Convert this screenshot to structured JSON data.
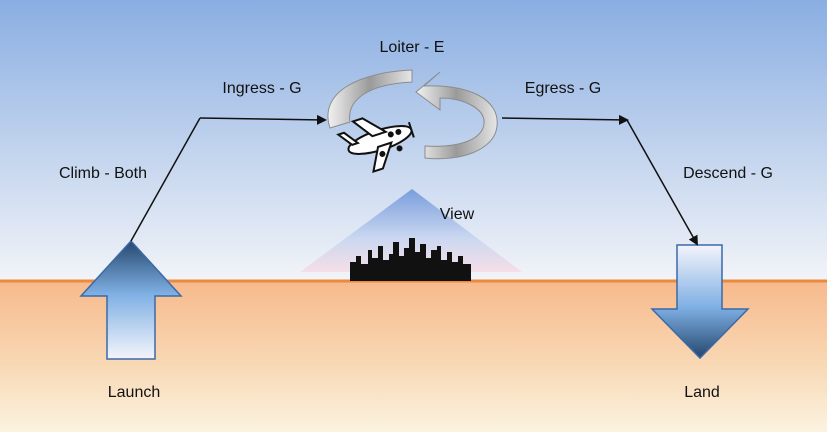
{
  "labels": {
    "loiter": "Loiter - E",
    "ingress": "Ingress - G",
    "egress": "Egress - G",
    "climb": "Climb - Both",
    "descend": "Descend - G",
    "view": "View",
    "launch": "Launch",
    "land": "Land"
  },
  "colors": {
    "sky_top": "#8aaee2",
    "sky_bottom": "#f2f4f8",
    "ground_top": "#f7b98c",
    "ground_bottom": "#fbf3e0",
    "horizon": "#e98a3c",
    "arrow_dark": "#25476e",
    "arrow_light": "#eef3fb",
    "path": "#111111",
    "city": "#111111"
  }
}
